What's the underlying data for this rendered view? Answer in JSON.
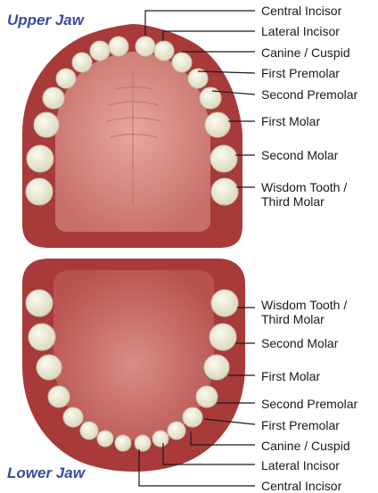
{
  "upper_jaw": {
    "title": "Upper Jaw",
    "labels": [
      {
        "id": "central-incisor",
        "text": "Central Incisor"
      },
      {
        "id": "lateral-incisor",
        "text": "Lateral Incisor"
      },
      {
        "id": "canine",
        "text": "Canine / Cuspid"
      },
      {
        "id": "first-premolar",
        "text": "First Premolar"
      },
      {
        "id": "second-premolar",
        "text": "Second Premolar"
      },
      {
        "id": "first-molar",
        "text": "First Molar"
      },
      {
        "id": "second-molar",
        "text": "Second Molar"
      },
      {
        "id": "wisdom-tooth",
        "text": "Wisdom Tooth /",
        "text2": "Third Molar"
      }
    ]
  },
  "lower_jaw": {
    "title": "Lower Jaw",
    "labels": [
      {
        "id": "wisdom-tooth",
        "text": "Wisdom Tooth /",
        "text2": "Third Molar"
      },
      {
        "id": "second-molar",
        "text": "Second Molar"
      },
      {
        "id": "first-molar",
        "text": "First Molar"
      },
      {
        "id": "second-premolar",
        "text": "Second Premolar"
      },
      {
        "id": "first-premolar",
        "text": "First Premolar"
      },
      {
        "id": "canine",
        "text": "Canine / Cuspid"
      },
      {
        "id": "lateral-incisor",
        "text": "Lateral Incisor"
      },
      {
        "id": "central-incisor",
        "text": "Central Incisor"
      }
    ]
  },
  "colors": {
    "gum": "#a83a3a",
    "gum_dark": "#8a2c2c",
    "palate": "#d88e86",
    "tongue": "#c9605a",
    "tooth": "#f1efdc",
    "tooth_shadow": "#cfcdb3",
    "title": "#3b4aa0",
    "line": "#1a1a1a"
  }
}
